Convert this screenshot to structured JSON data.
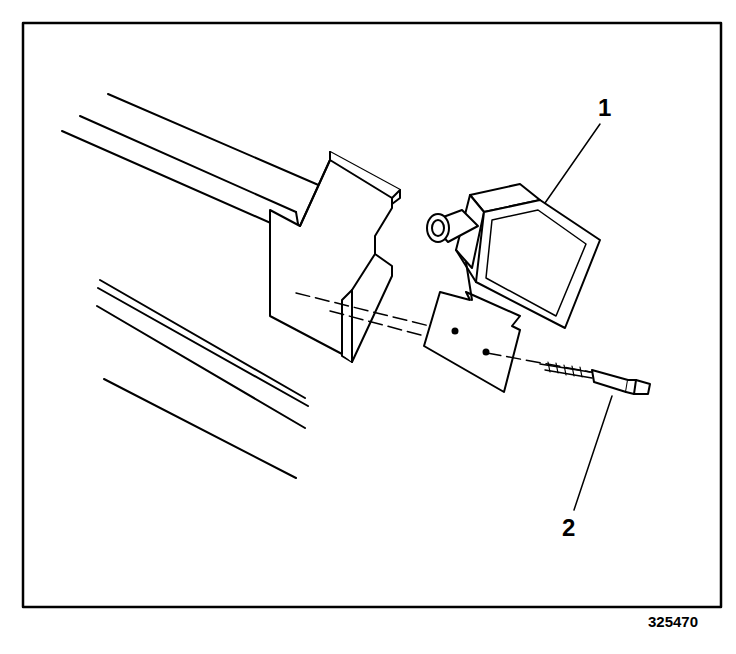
{
  "diagram": {
    "labels": [
      "1",
      "2",
      "325470"
    ]
  }
}
